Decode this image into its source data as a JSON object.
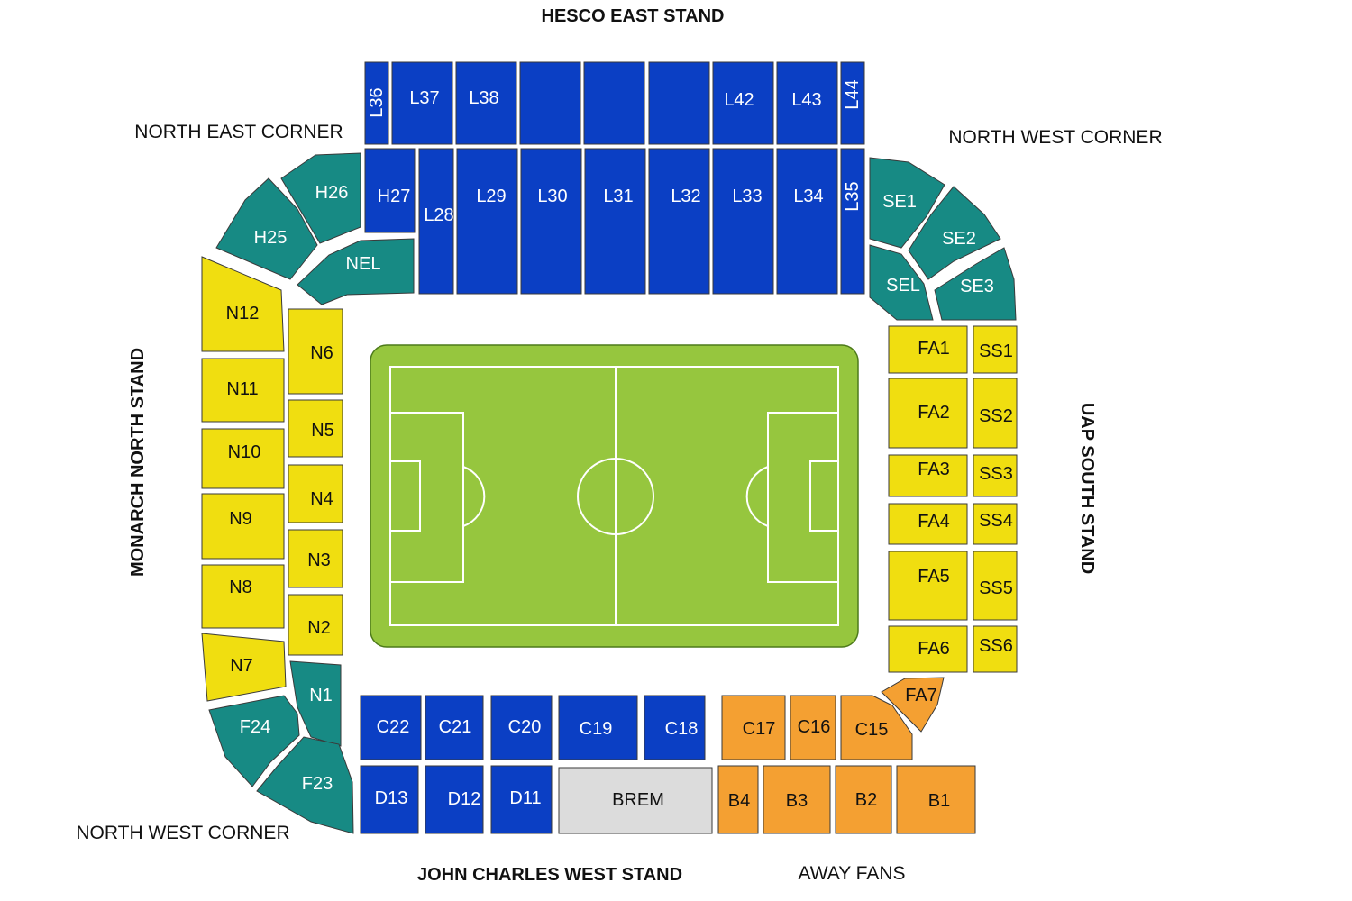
{
  "stands": {
    "east": "HESCO EAST STAND",
    "west": "JOHN CHARLES WEST STAND",
    "north": "MONARCH NORTH STAND",
    "south": "UAP SOUTH STAND"
  },
  "corners": {
    "north_east": "NORTH EAST CORNER",
    "north_west_top": "NORTH WEST CORNER",
    "north_west_bottom": "NORTH WEST CORNER",
    "away_fans": "AWAY FANS"
  },
  "colors": {
    "blue": "#0b3fc4",
    "teal": "#178a84",
    "yellow": "#f0de10",
    "orange": "#f4a032",
    "grey": "#dcdcdc",
    "pitch": "#96c63e"
  },
  "sections": {
    "L36": "L36",
    "L37": "L37",
    "L38": "L38",
    "L42": "L42",
    "L43": "L43",
    "L44": "L44",
    "H27": "H27",
    "L28": "L28",
    "L29": "L29",
    "L30": "L30",
    "L31": "L31",
    "L32": "L32",
    "L33": "L33",
    "L34": "L34",
    "L35": "L35",
    "H26": "H26",
    "H25": "H25",
    "NEL": "NEL",
    "SE1": "SE1",
    "SE2": "SE2",
    "SEL": "SEL",
    "SE3": "SE3",
    "N12": "N12",
    "N11": "N11",
    "N10": "N10",
    "N9": "N9",
    "N8": "N8",
    "N7": "N7",
    "N6": "N6",
    "N5": "N5",
    "N4": "N4",
    "N3": "N3",
    "N2": "N2",
    "N1": "N1",
    "F24": "F24",
    "F23": "F23",
    "FA1": "FA1",
    "FA2": "FA2",
    "FA3": "FA3",
    "FA4": "FA4",
    "FA5": "FA5",
    "FA6": "FA6",
    "FA7": "FA7",
    "SS1": "SS1",
    "SS2": "SS2",
    "SS3": "SS3",
    "SS4": "SS4",
    "SS5": "SS5",
    "SS6": "SS6",
    "C22": "C22",
    "C21": "C21",
    "C20": "C20",
    "C19": "C19",
    "C18": "C18",
    "C17": "C17",
    "C16": "C16",
    "C15": "C15",
    "D13": "D13",
    "D12": "D12",
    "D11": "D11",
    "BREM": "BREM",
    "B4": "B4",
    "B3": "B3",
    "B2": "B2",
    "B1": "B1"
  }
}
